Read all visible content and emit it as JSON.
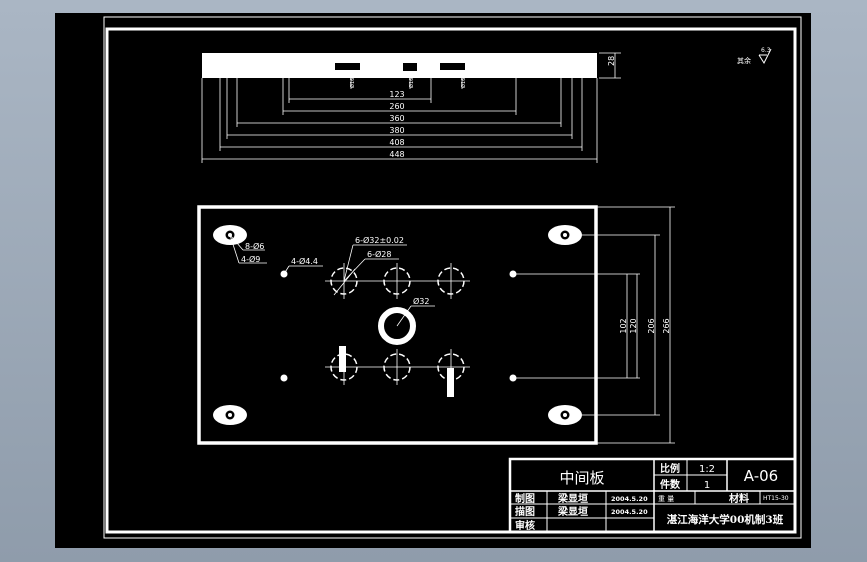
{
  "colors": {
    "paper": "#000000",
    "ink": "#ffffff",
    "surround": "#9aa6b4"
  },
  "roughness": {
    "prefix": "其余",
    "value": "6.3"
  },
  "top_view": {
    "thickness": "28",
    "widths": [
      "123",
      "260",
      "360",
      "380",
      "408",
      "448"
    ],
    "hole_marks": [
      "Ø16",
      "Ø16",
      "Ø16"
    ]
  },
  "plan_view": {
    "labels": {
      "pin_slot": "8-Ø6",
      "bolt_holes": "4-Ø9",
      "small_holes": "4-Ø4.4",
      "bores_tol": "6-Ø32±0.02",
      "bores_28": "6-Ø28",
      "center_hole": "Ø32"
    },
    "heights": [
      "102",
      "120",
      "206",
      "266"
    ]
  },
  "title_block": {
    "part_name": "中间板",
    "scale_label": "比例",
    "scale_value": "1:2",
    "qty_label": "件数",
    "qty_value": "1",
    "drawing_no": "A-06",
    "weight_label": "重 量",
    "material_label": "材料",
    "material_value": "HT15-30",
    "rows": [
      {
        "role": "制图",
        "name": "梁显垣",
        "date": "2004.5.20"
      },
      {
        "role": "描图",
        "name": "梁显垣",
        "date": "2004.5.20"
      },
      {
        "role": "审核",
        "name": "",
        "date": ""
      }
    ],
    "school": "湛江海洋大学00机制3班"
  }
}
